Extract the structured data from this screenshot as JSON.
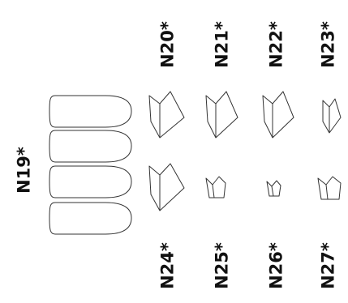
{
  "labels": {
    "left": "N19*",
    "top": [
      "N20*",
      "N21*",
      "N22*",
      "N23*"
    ],
    "bottom": [
      "N24*",
      "N25*",
      "N26*",
      "N27*"
    ]
  },
  "colors": {
    "ink": "#333333",
    "text": "#111111",
    "background": "#ffffff"
  }
}
